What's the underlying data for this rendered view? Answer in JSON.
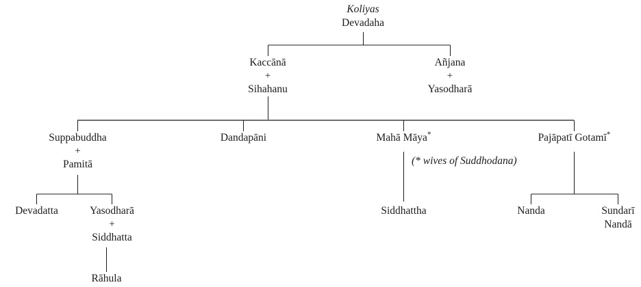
{
  "diagram": {
    "title_group": {
      "clan": "Koliyas",
      "place": "Devadaha"
    },
    "union_symbol": "+",
    "footnote": "(* wives of Suddhodana)",
    "line_color": "#1b1b1b",
    "background_color": "#ffffff",
    "nodes": {
      "root": {
        "clan": "Koliyas",
        "place": "Devadaha"
      },
      "kaccana_union": {
        "partner1": "Kaccānā",
        "plus": "+",
        "partner2": "Sihahanu"
      },
      "anjana_union": {
        "partner1": "Añjana",
        "plus": "+",
        "partner2": "Yasodharā"
      },
      "suppabuddha_union": {
        "partner1": "Suppabuddha",
        "plus": "+",
        "partner2": "Pamitā"
      },
      "dandapani": {
        "name": "Dandapāni"
      },
      "maha_maya": {
        "name": "Mahā Māya",
        "marker": "*"
      },
      "pajapati_gotami": {
        "name": "Pajāpatī Gotamī",
        "marker": "*"
      },
      "devadatta": {
        "name": "Devadatta"
      },
      "yasodhara_union": {
        "partner1": "Yasodharā",
        "plus": "+",
        "partner2": "Siddhatta"
      },
      "siddhattha": {
        "name": "Siddhattha"
      },
      "nanda": {
        "name": "Nanda"
      },
      "sundari_nanda": {
        "line1": "Sundarī",
        "line2": "Nandā"
      },
      "rahula": {
        "name": "Rāhula"
      }
    }
  }
}
